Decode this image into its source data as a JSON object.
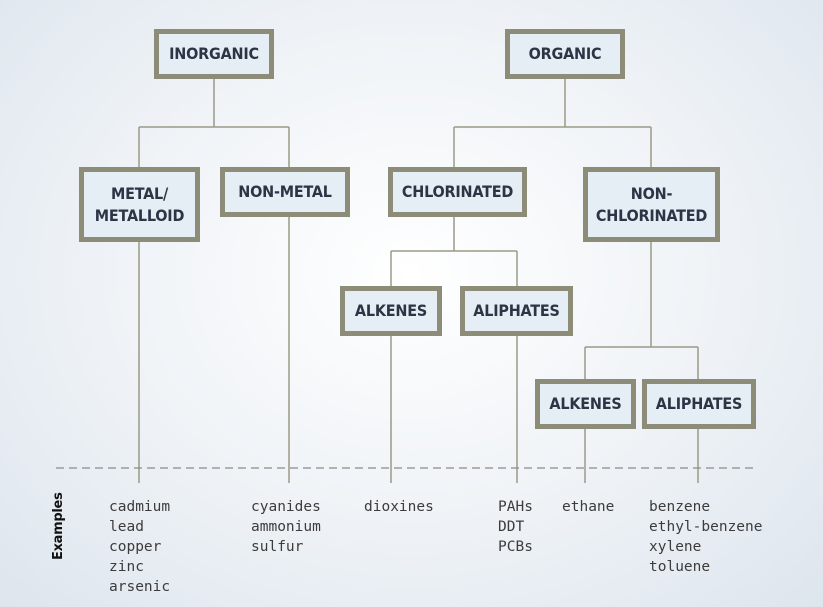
{
  "colors": {
    "box_border": "#8c8c78",
    "box_fill": "#e6eef5",
    "connector": "#9a9a88",
    "dashed_line": "#8a8a8a",
    "node_text": "#2b3546"
  },
  "nodes": {
    "inorganic": "INORGANIC",
    "organic": "ORGANIC",
    "metal_metalloid": "METAL/\nMETALLOID",
    "non_metal": "NON-METAL",
    "chlorinated": "CHLORINATED",
    "non_chlorinated": "NON-\nCHLORINATED",
    "chlorinated_alkenes": "ALKENES",
    "chlorinated_aliphates": "ALIPHATES",
    "non_chlorinated_alkenes": "ALKENES",
    "non_chlorinated_aliphates": "ALIPHATES"
  },
  "examples_label": "Examples",
  "examples": {
    "metal_metalloid": "cadmium\nlead\ncopper\nzinc\narsenic",
    "non_metal": "cyanides\nammonium\nsulfur",
    "chlorinated_alkenes": "dioxines",
    "chlorinated_aliphates": "PAHs\nDDT\nPCBs",
    "non_chlorinated_alkenes": "ethane",
    "non_chlorinated_aliphates": "benzene\nethyl-benzene\nxylene\ntoluene"
  }
}
